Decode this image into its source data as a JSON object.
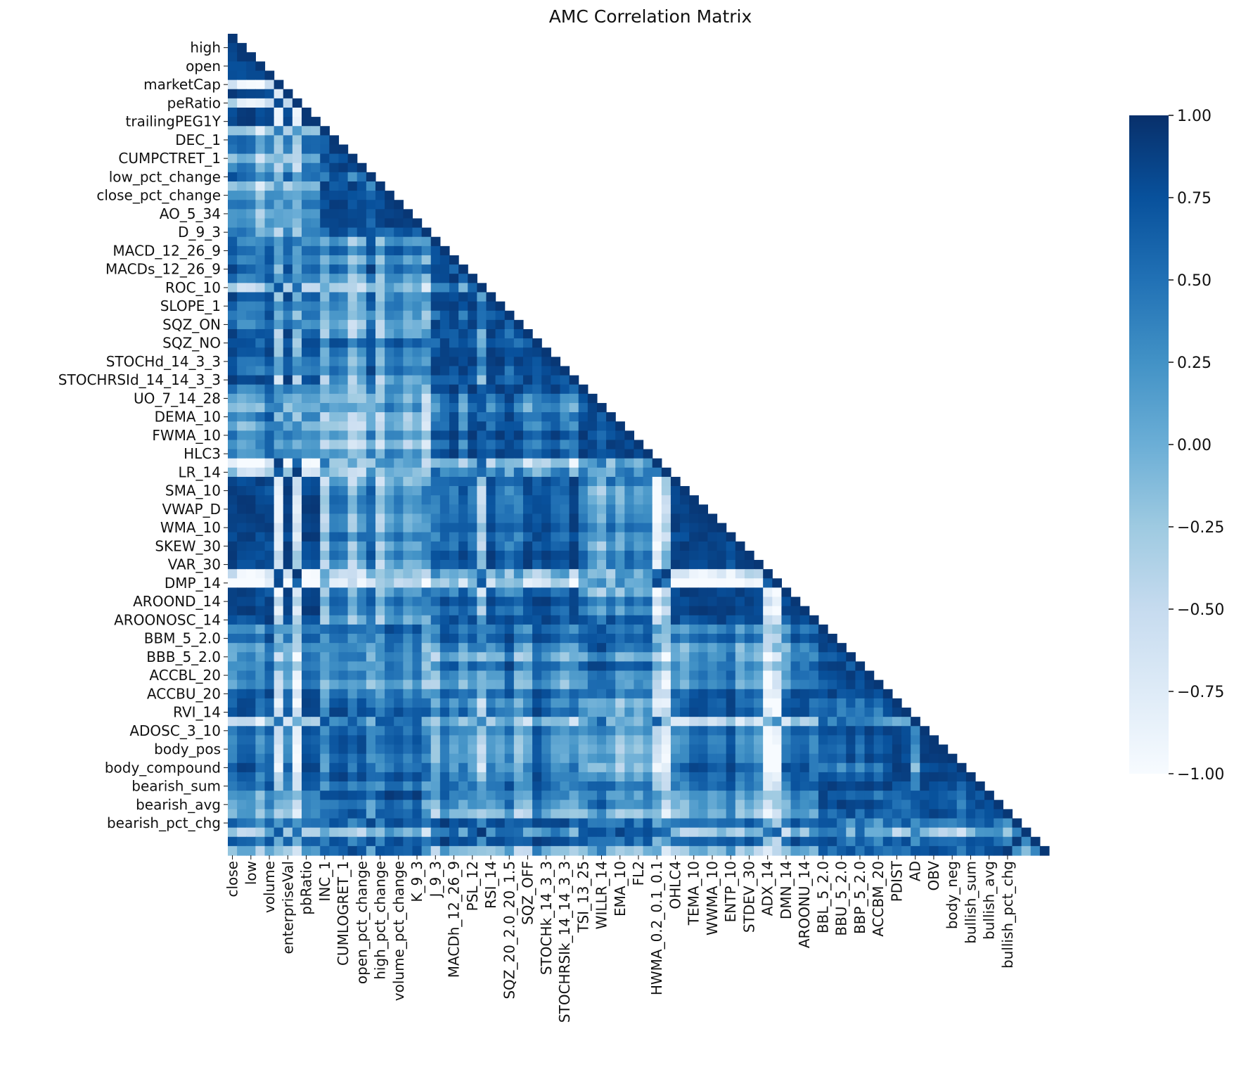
{
  "chart_data": {
    "type": "heatmap",
    "title": "AMC Correlation Matrix",
    "matrix_style": "lower-triangle",
    "variable_count": 89,
    "y_tick_labels": [
      "high",
      "open",
      "marketCap",
      "peRatio",
      "trailingPEG1Y",
      "DEC_1",
      "CUMPCTRET_1",
      "low_pct_change",
      "close_pct_change",
      "AO_5_34",
      "D_9_3",
      "MACD_12_26_9",
      "MACDs_12_26_9",
      "ROC_10",
      "SLOPE_1",
      "SQZ_ON",
      "SQZ_NO",
      "STOCHd_14_3_3",
      "STOCHRSId_14_14_3_3",
      "UO_7_14_28",
      "DEMA_10",
      "FWMA_10",
      "HLC3",
      "LR_14",
      "SMA_10",
      "VWAP_D",
      "WMA_10",
      "SKEW_30",
      "VAR_30",
      "DMP_14",
      "AROOND_14",
      "AROONOSC_14",
      "BBM_5_2.0",
      "BBB_5_2.0",
      "ACCBL_20",
      "ACCBU_20",
      "RVI_14",
      "ADOSC_3_10",
      "body_pos",
      "body_compound",
      "bearish_sum",
      "bearish_avg",
      "bearish_pct_chg"
    ],
    "x_tick_labels": [
      "close",
      "low",
      "volume",
      "enterpriseVal",
      "pbRatio",
      "INC_1",
      "CUMLOGRET_1",
      "open_pct_change",
      "high_pct_change",
      "volume_pct_change",
      "K_9_3",
      "J_9_3",
      "MACDh_12_26_9",
      "PSL_12",
      "RSI_14",
      "SQZ_20_2.0_20_1.5",
      "SQZ_OFF",
      "STOCHk_14_3_3",
      "STOCHRSIk_14_14_3_3",
      "TSI_13_25",
      "WILLR_14",
      "EMA_10",
      "FL2",
      "HWMA_0.2_0.1_0.1",
      "OHLC4",
      "TEMA_10",
      "WWMA_10",
      "ENTP_10",
      "STDEV_30",
      "ADX_14",
      "DMN_14",
      "AROONU_14",
      "BBL_5_2.0",
      "BBU_5_2.0",
      "BBP_5_2.0",
      "ACCBM_20",
      "PDIST",
      "AD",
      "OBV",
      "body_neg",
      "bullish_sum",
      "bullish_avg",
      "bullish_pct_chg"
    ],
    "value_range": [
      -1,
      1
    ],
    "colormap": "Blues",
    "colorbar_ticks": [
      "1.00",
      "0.75",
      "0.50",
      "0.25",
      "0.00",
      "−0.25",
      "−0.50",
      "−0.75",
      "−1.00"
    ],
    "colorbar_tick_values": [
      1,
      0.75,
      0.5,
      0.25,
      0,
      -0.25,
      -0.5,
      -0.75,
      -1
    ],
    "colormap_stops": [
      {
        "value": -1.0,
        "color": "#f7fbff"
      },
      {
        "value": -0.75,
        "color": "#deebf7"
      },
      {
        "value": -0.5,
        "color": "#c6dbef"
      },
      {
        "value": -0.25,
        "color": "#9ecae1"
      },
      {
        "value": 0.0,
        "color": "#6baed6"
      },
      {
        "value": 0.25,
        "color": "#4292c6"
      },
      {
        "value": 0.5,
        "color": "#2171b5"
      },
      {
        "value": 0.75,
        "color": "#08519c"
      },
      {
        "value": 1.0,
        "color": "#08306b"
      }
    ],
    "mask_color": "#ffffff"
  }
}
